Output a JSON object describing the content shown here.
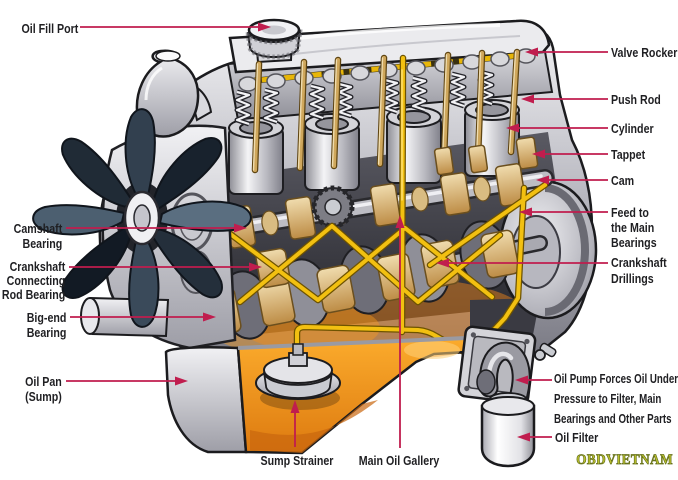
{
  "title": "Engine Lubrication System Cutaway Diagram",
  "colors": {
    "label_line": "#c01d4e",
    "label_text": "#1f1f22",
    "oil_line_yellow": "#f2c011",
    "oil_orange": "#f6921e",
    "bearing_tan": "#e0bd84",
    "watermark_yellow": "#bcc22e"
  },
  "labels": {
    "oil_fill_port": "Oil Fill Port",
    "valve_rocker": "Valve Rocker",
    "push_rod": "Push Rod",
    "cylinder": "Cylinder",
    "tappet": "Tappet",
    "cam": "Cam",
    "feed_main_bearings": {
      "lines": [
        "Feed to",
        "the Main",
        "Bearings"
      ]
    },
    "crankshaft_drillings": {
      "lines": [
        "Crankshaft",
        "Drillings"
      ]
    },
    "camshaft_bearing": {
      "lines": [
        "Camshaft",
        "Bearing"
      ]
    },
    "crankshaft_connecting_rod_bearing": {
      "lines": [
        "Crankshaft",
        "Connecting",
        "Rod Bearing"
      ]
    },
    "big_end_bearing": {
      "lines": [
        "Big-end",
        "Bearing"
      ]
    },
    "oil_pan_sump": {
      "lines": [
        "Oil Pan",
        "(Sump)"
      ]
    },
    "sump_strainer": "Sump Strainer",
    "main_oil_gallery": "Main Oil Gallery",
    "oil_pump_note": {
      "lines": [
        "Oil Pump Forces Oil Under",
        "Pressure to Filter, Main",
        "Bearings and Other Parts"
      ]
    },
    "oil_filter": "Oil Filter"
  },
  "watermark": "OBDVIETNAM"
}
